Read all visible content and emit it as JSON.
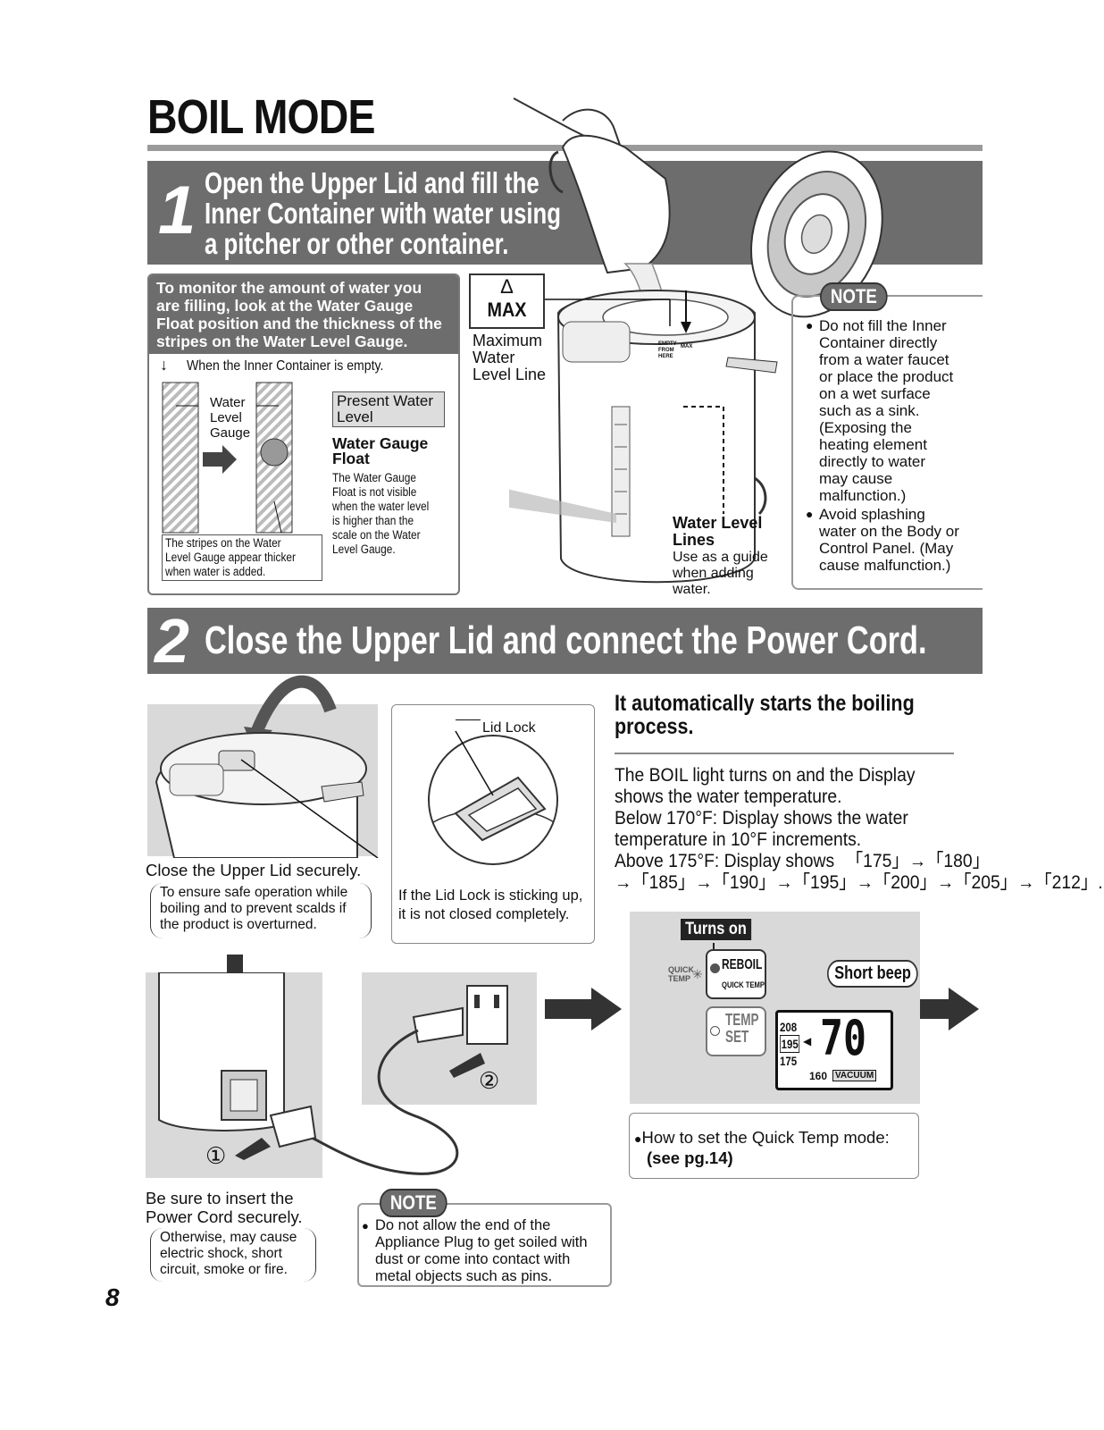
{
  "title": "BOIL MODE",
  "step1": {
    "number": "1",
    "text_lines": [
      "Open the Upper Lid and fill the",
      "Inner Container with water using",
      "a pitcher or other container."
    ],
    "monitor_box": {
      "heading_lines": [
        "To monitor the amount of water you",
        "are filling, look at the Water Gauge",
        "Float position and the thickness of the",
        "stripes on the Water Level Gauge."
      ],
      "empty_label": "When the Inner Container is empty.",
      "gauge_label_lines": [
        "Water",
        "Level",
        "Gauge"
      ],
      "present_level_lines": [
        "Present Water",
        "Level"
      ],
      "float_title_lines": [
        "Water Gauge",
        "Float"
      ],
      "float_desc_lines": [
        "The Water Gauge",
        "Float is not visible",
        "when the water level",
        "is higher than the",
        "scale on the Water",
        "Level Gauge."
      ],
      "stripes_note_lines": [
        "The stripes on the Water",
        "Level Gauge appear thicker",
        "when water is added."
      ]
    },
    "max_symbol": "Δ",
    "max_label": "MAX",
    "max_caption_lines": [
      "Maximum",
      "Water",
      "Level Line"
    ],
    "pot_labels": {
      "empty": "EMPTY",
      "from": "FROM",
      "here": "HERE",
      "max": "MAX"
    },
    "water_level_title_lines": [
      "Water Level",
      "Lines"
    ],
    "water_level_desc_lines": [
      "Use as a guide",
      "when adding",
      "water."
    ],
    "note_badge": "NOTE",
    "notes": [
      [
        "Do not fill the Inner",
        "Container directly",
        "from a water faucet",
        "or place the product",
        "on a wet surface",
        "such as a sink.",
        "(Exposing the",
        "heating element",
        "directly to water",
        "may cause",
        "malfunction.)"
      ],
      [
        "Avoid splashing",
        "water on the Body or",
        "Control Panel. (May",
        "cause malfunction.)"
      ]
    ]
  },
  "step2": {
    "number": "2",
    "text": "Close the Upper Lid and connect the Power Cord.",
    "close_caption": "Close the Upper Lid securely.",
    "close_sub_lines": [
      "To ensure safe operation while",
      "boiling and to prevent scalds if",
      "the product is overturned."
    ],
    "lid_lock_label": "Lid Lock",
    "lid_lock_note_lines": [
      "If the Lid Lock is sticking up,",
      "it is not closed completely."
    ],
    "cord_caption_lines": [
      "Be sure to insert the",
      "Power Cord securely."
    ],
    "cord_sub_lines": [
      "Otherwise, may cause",
      "electric shock, short",
      "circuit, smoke or fire."
    ],
    "circle_1": "①",
    "circle_2": "②",
    "note_badge": "NOTE",
    "note_lines": [
      "Do not allow the end of the",
      "Appliance Plug to get soiled with",
      "dust or come into contact with",
      "metal objects such as pins."
    ],
    "auto_heading_lines": [
      "It automatically starts the boiling",
      "process."
    ],
    "desc_lines": [
      "The BOIL light turns on and the Display",
      "shows the water temperature.",
      "Below 170°F: Display shows the water",
      "temperature in 10°F increments.",
      "Above 175°F: Display shows"
    ],
    "sequence": [
      "「175」",
      "「180」",
      "「185」",
      "「190」",
      "「195」",
      "「200」",
      "「205」",
      "「212」"
    ],
    "sequence_end": ".",
    "seq_arrow": "→",
    "panel": {
      "turns_on": "Turns on",
      "quick_temp_lines": [
        "QUICK",
        "TEMP"
      ],
      "reboil": "REBOIL",
      "quick_temp_btn": "QUICK TEMP",
      "short_beep": "Short beep",
      "temp_set_lines": [
        "TEMP",
        "SET"
      ],
      "scale": [
        "208",
        "195",
        "175"
      ],
      "scale_bottom": "160",
      "vacuum": "VACUUM",
      "display_value": "70"
    },
    "quick_temp_note": "How to set the Quick Temp mode:",
    "quick_temp_ref": "(see pg.14)"
  },
  "page_number": "8"
}
